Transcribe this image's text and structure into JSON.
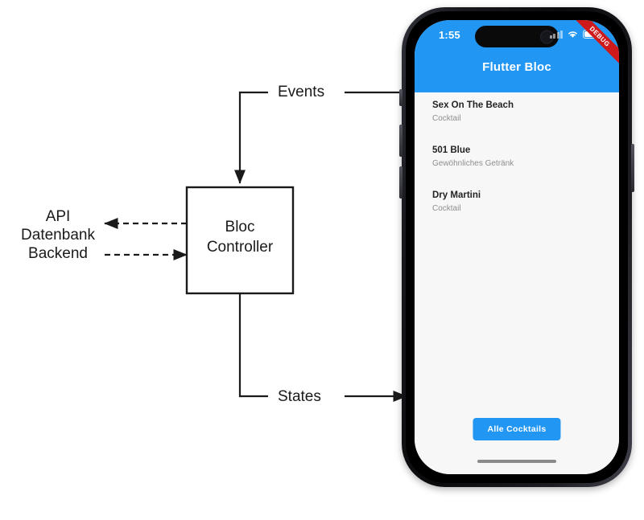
{
  "diagram": {
    "events_label": "Events",
    "states_label": "States",
    "external_label": "API\nDatenbank\nBackend",
    "bloc_box_label": "Bloc\nController",
    "colors": {
      "stroke": "#1a1a1a",
      "text": "#1a1a1a"
    }
  },
  "phone": {
    "status_bar": {
      "time": "1:55",
      "cellular_icon": "cellular-bars-icon",
      "wifi_icon": "wifi-icon",
      "battery_icon": "battery-icon",
      "dynamic_island": "dynamic-island",
      "camera": "front-camera"
    },
    "debug_ribbon": "DEBUG",
    "app_bar": {
      "title": "Flutter Bloc",
      "color": "#2196f3"
    },
    "screen_background": "#f7f7f7",
    "list": [
      {
        "title": "Sex On The Beach",
        "subtitle": "Cocktail"
      },
      {
        "title": "501 Blue",
        "subtitle": "Gewöhnliches Getränk"
      },
      {
        "title": "Dry Martini",
        "subtitle": "Cocktail"
      }
    ],
    "action_button": {
      "label": "Alle Cocktails",
      "color": "#2196f3"
    },
    "home_indicator": "home-indicator"
  }
}
